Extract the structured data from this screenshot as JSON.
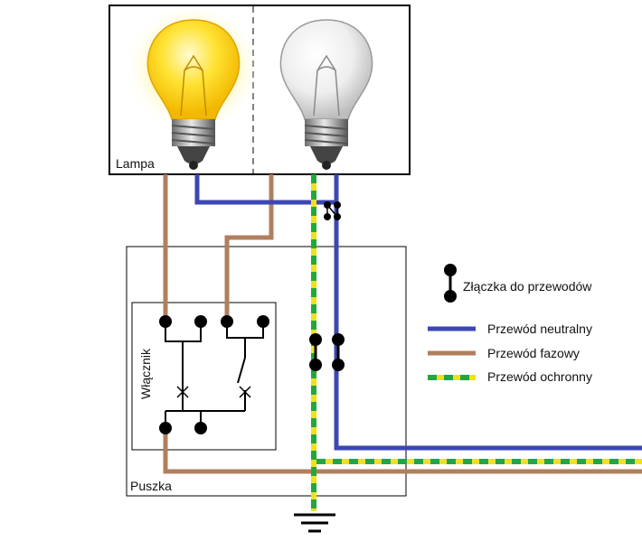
{
  "labels": {
    "lamp": "Lampa",
    "switch": "Włącznik",
    "box": "Puszka"
  },
  "legend": {
    "connector": "Złączka do przewodów",
    "neutral": "Przewód neutralny",
    "phase": "Przewód fazowy",
    "earth": "Przewód ochronny"
  },
  "colors": {
    "neutral": "#3b47b2",
    "phase": "#b07f5e",
    "earth_green": "#22a83a",
    "earth_yellow": "#f0e21a",
    "frame": "#000000"
  },
  "icons": {
    "bulb_on": "lightbulb-on-icon",
    "bulb_off": "lightbulb-off-icon",
    "ground": "ground-symbol-icon"
  }
}
